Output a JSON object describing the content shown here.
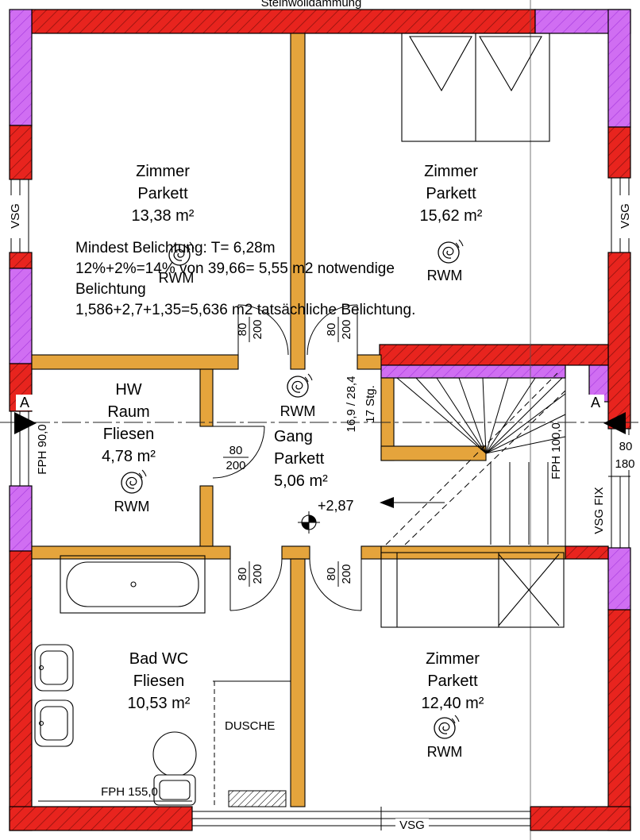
{
  "meta": {
    "insulation_label": "Steinwolldämmung"
  },
  "rooms": [
    {
      "lines": [
        "Zimmer",
        "Parkett",
        "13,38 m²"
      ]
    },
    {
      "lines": [
        "Zimmer",
        "Parkett",
        "15,62 m²"
      ]
    },
    {
      "lines": [
        "HW",
        "Raum",
        "Fliesen",
        "4,78 m²"
      ]
    },
    {
      "lines": [
        "Gang",
        "Parkett",
        "5,06 m²"
      ]
    },
    {
      "lines": [
        "Bad WC",
        "Fliesen",
        "10,53 m²"
      ]
    },
    {
      "lines": [
        "Zimmer",
        "Parkett",
        "12,40 m²"
      ]
    }
  ],
  "notes": {
    "line1": "Mindest Belichtung: T= 6,28m",
    "line2": "12%+2%=14% von 39,66= 5,55 m2 notwendige",
    "line3": "Belichtung",
    "line4": "1,586+2,7+1,35=5,636 m2 tatsächliche Belichtung."
  },
  "labels": {
    "rwm": "RWM",
    "door_width": "80",
    "door_height": "200",
    "stair_dims": "16,9 / 28,4",
    "stair_steps": "17 Stg.",
    "level": "+2,87",
    "shower": "DUSCHE",
    "vsg": "VSG",
    "vsg_fix": "VSG FIX",
    "fph_left": "FPH 90,0",
    "fph_right": "FPH 100,0",
    "fph_bottom": "FPH 155,0",
    "window_width": "80",
    "window_height": "180",
    "section": "A"
  },
  "colors": {
    "exterior_wall": "#e8241e",
    "insulation": "#d06ef2",
    "interior_wall": "#e5a43c"
  }
}
